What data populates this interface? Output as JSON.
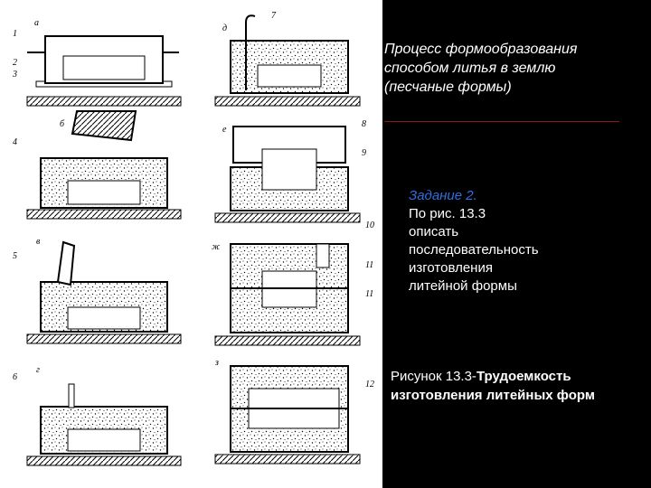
{
  "slide": {
    "title": "Процесс формообразования\nспособом литья в землю\n(песчаные формы)",
    "task_heading": "Задание 2.",
    "task_text": "По рис. 13.3\nописать\nпоследовательность\nизготовления\nлитейной формы",
    "caption_prefix": "Рисунок 13.3-",
    "caption_bold": "Трудоемкость изготовления литейных форм"
  },
  "figure": {
    "panel_letters": [
      "а",
      "б",
      "в",
      "г",
      "д",
      "е",
      "ж",
      "з"
    ],
    "callout_numbers": [
      "1",
      "2",
      "3",
      "4",
      "5",
      "6",
      "7",
      "8",
      "9",
      "10",
      "11",
      "12"
    ]
  },
  "colors": {
    "background": "#000000",
    "text": "#ffffff",
    "heading_accent": "#2f6fe0",
    "rule": "#8b1a1a"
  }
}
